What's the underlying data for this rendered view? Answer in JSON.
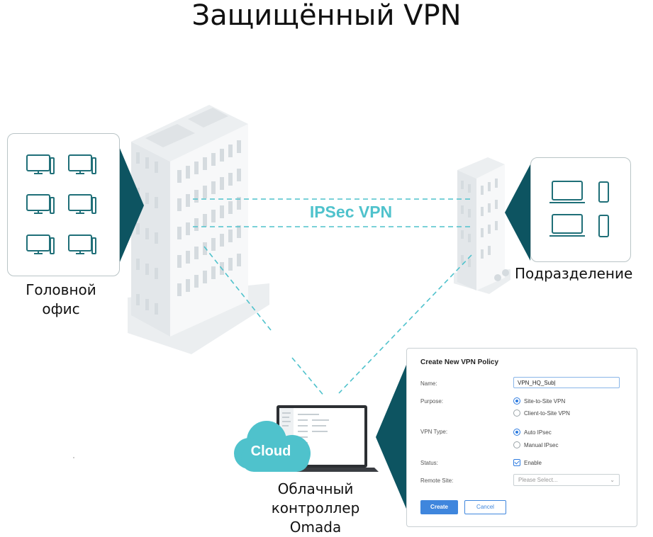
{
  "title": "Защищённый VPN",
  "tunnel_label": "IPSec VPN",
  "sites": {
    "head_office": {
      "line1": "Головной",
      "line2": "офис"
    },
    "branch": {
      "label": "Подразделение"
    },
    "controller": {
      "line1": "Облачный",
      "line2": "контроллер",
      "line3": "Omada"
    }
  },
  "cloud_badge": "Cloud",
  "colors": {
    "accent_teal": "#4fc2cc",
    "dark_teal": "#0d5461",
    "icon_teal": "#1f6f78",
    "button_blue": "#3f86dd"
  },
  "dialog": {
    "title": "Create New VPN Policy",
    "name_label": "Name:",
    "name_value": "VPN_HQ_Sub|",
    "purpose_label": "Purpose:",
    "purpose_options": [
      "Site-to-Site VPN",
      "Client-to-Site VPN"
    ],
    "purpose_selected": "Site-to-Site VPN",
    "vpn_type_label": "VPN Type:",
    "vpn_type_options": [
      "Auto IPsec",
      "Manual IPsec"
    ],
    "vpn_type_selected": "Auto IPsec",
    "status_label": "Status:",
    "status_value": "Enable",
    "remote_site_label": "Remote Site:",
    "remote_site_placeholder": "Please Select...",
    "create_label": "Create",
    "cancel_label": "Cancel"
  }
}
